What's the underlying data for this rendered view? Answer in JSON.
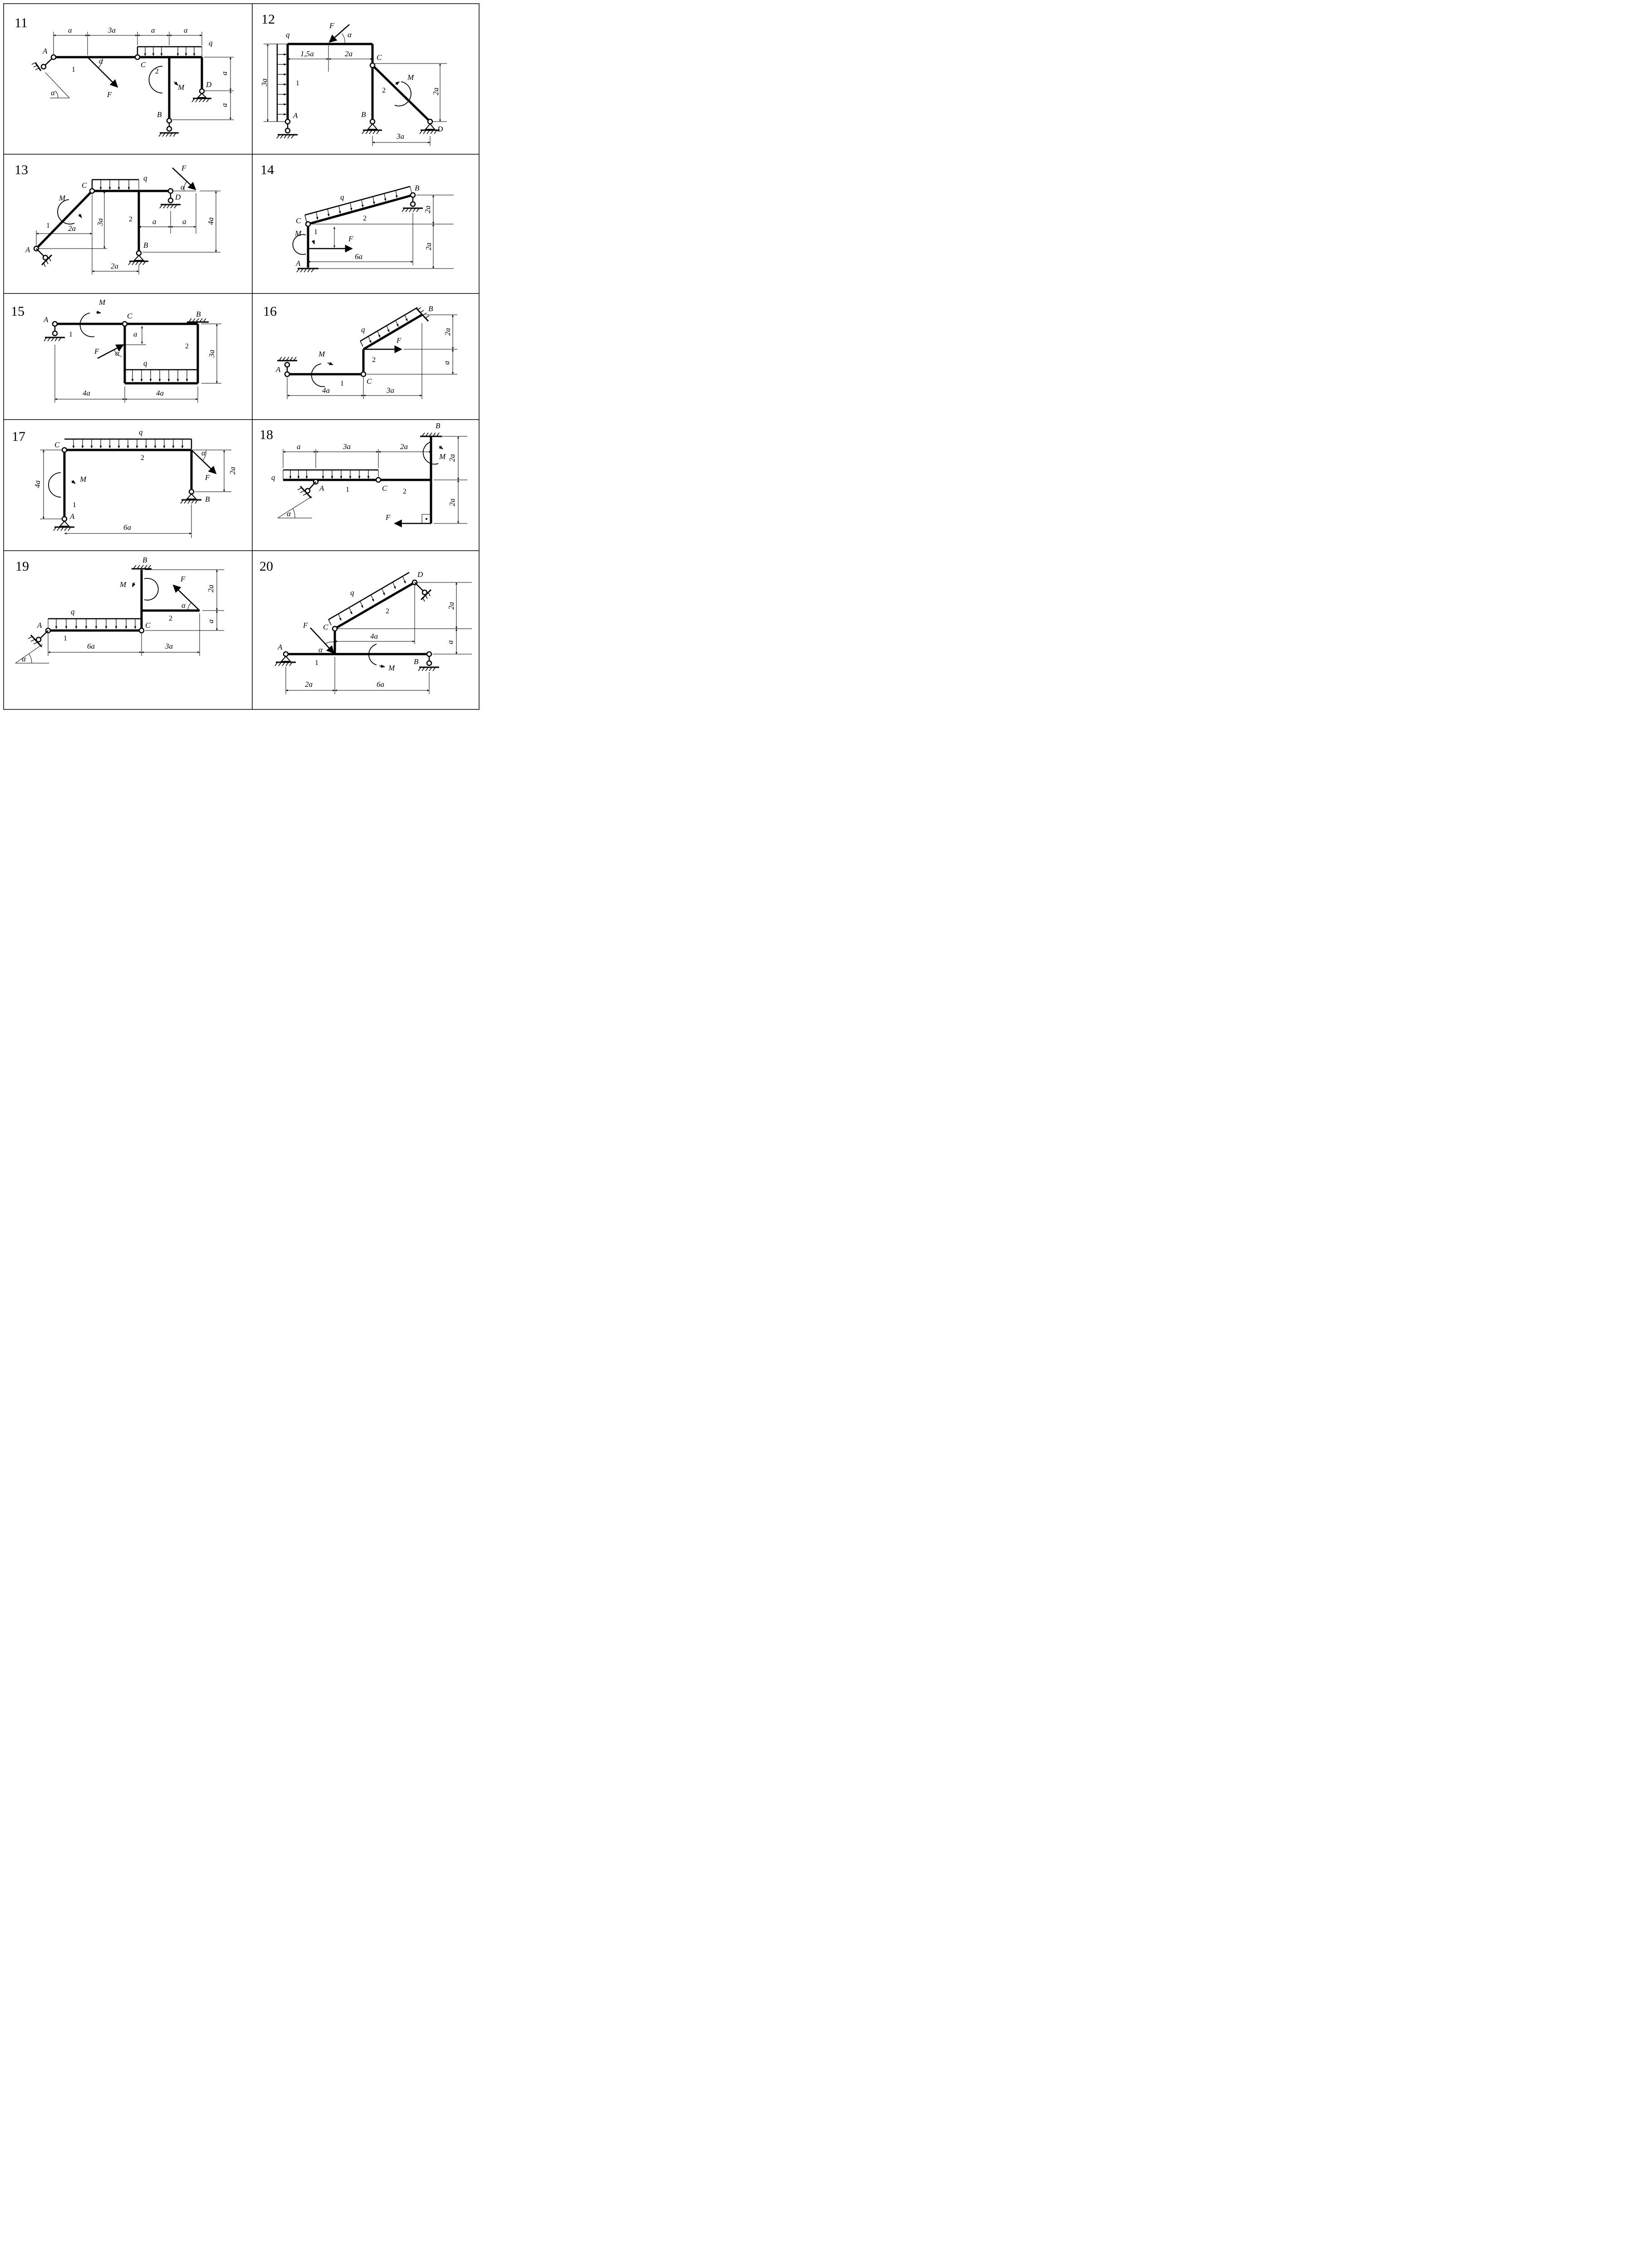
{
  "colors": {
    "ink": "#000000",
    "background": "#ffffff"
  },
  "cells": [
    {
      "number": "11",
      "labels": {
        "A": "A",
        "C": "C",
        "B": "B",
        "D": "D",
        "q": "q",
        "M": "M",
        "F": "F",
        "alpha": "α",
        "alpha2": "α",
        "m1": "1",
        "m2": "2"
      },
      "dims": [
        "a",
        "3a",
        "a",
        "a",
        "a",
        "a"
      ]
    },
    {
      "number": "12",
      "labels": {
        "q": "q",
        "A": "A",
        "B": "B",
        "C": "C",
        "D": "D",
        "M": "M",
        "F": "F",
        "alpha": "α",
        "m1": "1",
        "m2": "2"
      },
      "dims": [
        "1,5a",
        "2a",
        "3a",
        "2a",
        "3a"
      ]
    },
    {
      "number": "13",
      "labels": {
        "C": "C",
        "q": "q",
        "F": "F",
        "alpha": "α",
        "D": "D",
        "M": "M",
        "A": "A",
        "B": "B",
        "m1": "1",
        "m2": "2"
      },
      "dims": [
        "2a",
        "3a",
        "a",
        "a",
        "4a",
        "2a"
      ]
    },
    {
      "number": "14",
      "labels": {
        "q": "q",
        "B": "B",
        "C": "C",
        "M": "M",
        "F": "F",
        "A": "A",
        "m1": "1",
        "m2": "2"
      },
      "dims": [
        "2a",
        "2a",
        "6a"
      ]
    },
    {
      "number": "15",
      "labels": {
        "A": "A",
        "M": "M",
        "C": "C",
        "B": "B",
        "F": "F",
        "alpha": "α",
        "q": "q",
        "m1": "1",
        "m2": "2"
      },
      "dims": [
        "a",
        "3a",
        "4a",
        "4a"
      ]
    },
    {
      "number": "16",
      "labels": {
        "B": "B",
        "q": "q",
        "F": "F",
        "A": "A",
        "M": "M",
        "C": "C",
        "m1": "1",
        "m2": "2"
      },
      "dims": [
        "2a",
        "a",
        "4a",
        "3a"
      ]
    },
    {
      "number": "17",
      "labels": {
        "C": "C",
        "q": "q",
        "alpha": "α",
        "F": "F",
        "M": "M",
        "A": "A",
        "B": "B",
        "m1": "1",
        "m2": "2"
      },
      "dims": [
        "4a",
        "2a",
        "6a"
      ]
    },
    {
      "number": "18",
      "labels": {
        "B": "B",
        "q": "q",
        "A": "A",
        "C": "C",
        "M": "M",
        "F": "F",
        "alpha": "α",
        "m1": "1",
        "m2": "2"
      },
      "dims": [
        "a",
        "3a",
        "2a",
        "2a",
        "2a"
      ]
    },
    {
      "number": "19",
      "labels": {
        "B": "B",
        "M": "M",
        "F": "F",
        "alpha": "α",
        "alpha2": "α",
        "q": "q",
        "A": "A",
        "C": "C",
        "m1": "1",
        "m2": "2"
      },
      "dims": [
        "2a",
        "a",
        "6a",
        "3a"
      ]
    },
    {
      "number": "20",
      "labels": {
        "D": "D",
        "q": "q",
        "F": "F",
        "C": "C",
        "alpha": "α",
        "A": "A",
        "B": "B",
        "M": "M",
        "m1": "1",
        "m2": "2"
      },
      "dims": [
        "2a",
        "a",
        "4a",
        "2a",
        "6a"
      ]
    }
  ]
}
